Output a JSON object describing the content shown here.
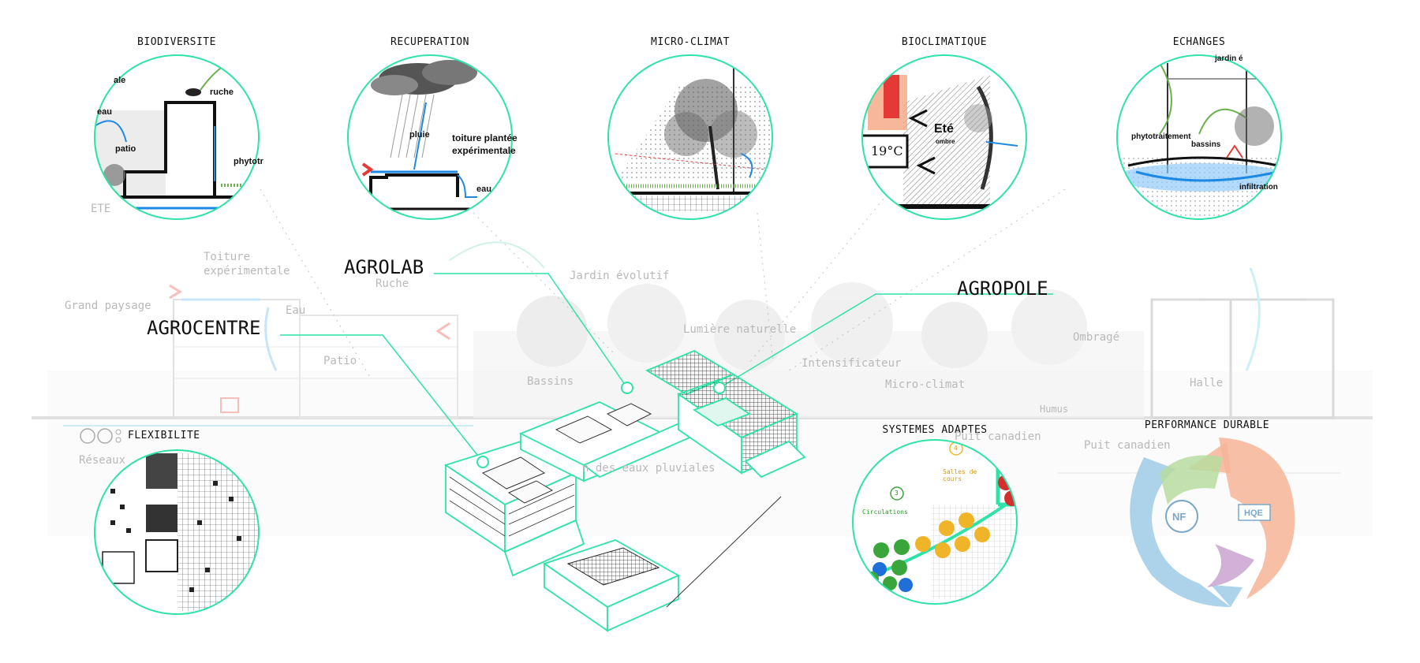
{
  "colors": {
    "accent": "#2fe3a8",
    "line": "#111111",
    "ghost": "#bdbdbd",
    "water": "#1e88e5",
    "alert": "#e53935"
  },
  "circles": [
    {
      "id": "biodiversite",
      "title": "BIODIVERSITE",
      "labels": [
        "ruche",
        "eau",
        "patio",
        "phytotr",
        "ale"
      ]
    },
    {
      "id": "recuperation",
      "title": "RECUPERATION",
      "labels": [
        "pluie",
        "toiture plantée",
        "expérimentale",
        "eau"
      ]
    },
    {
      "id": "micro-climat",
      "title": "MICRO-CLIMAT",
      "labels": []
    },
    {
      "id": "bioclimatique",
      "title": "BIOCLIMATIQUE",
      "labels": [
        "Eté",
        "ombre",
        "19°C"
      ]
    },
    {
      "id": "echanges",
      "title": "ECHANGES",
      "labels": [
        "jardin é",
        "phytotraitement",
        "bassins",
        "infiltration"
      ]
    },
    {
      "id": "flexibilite",
      "title": "FLEXIBILITE",
      "labels": []
    },
    {
      "id": "systemes-adaptes",
      "title": "SYSTEMES ADAPTES",
      "labels": [
        "Salles de cours",
        "Circulations",
        "3",
        "4"
      ]
    },
    {
      "id": "performance-durable",
      "title": "PERFORMANCE DURABLE",
      "labels": [
        "NF",
        "HQE"
      ]
    }
  ],
  "buildings": {
    "agrocentre": "AGROCENTRE",
    "agrolab": "AGROLAB",
    "agropole": "AGROPOLE"
  },
  "background_labels": {
    "ete": "ETE",
    "toiture": "Toiture",
    "experimentale": "expérimentale",
    "grand_paysage": "Grand paysage",
    "ruche": "Ruche",
    "eau": "Eau",
    "patio": "Patio",
    "jardin_evolutif": "Jardin évolutif",
    "lumiere_naturelle": "Lumière naturelle",
    "intensificateur": "Intensificateur",
    "micro_climat": "Micro-climat",
    "bassins": "Bassins",
    "ombrage": "Ombragé",
    "halle": "Halle",
    "humus": "Humus",
    "puits_canadien_1": "Puit canadien",
    "puits_canadien_2": "Puit canadien",
    "reseaux": "Réseaux",
    "eaux_pluviales": "n des eaux pluviales"
  }
}
